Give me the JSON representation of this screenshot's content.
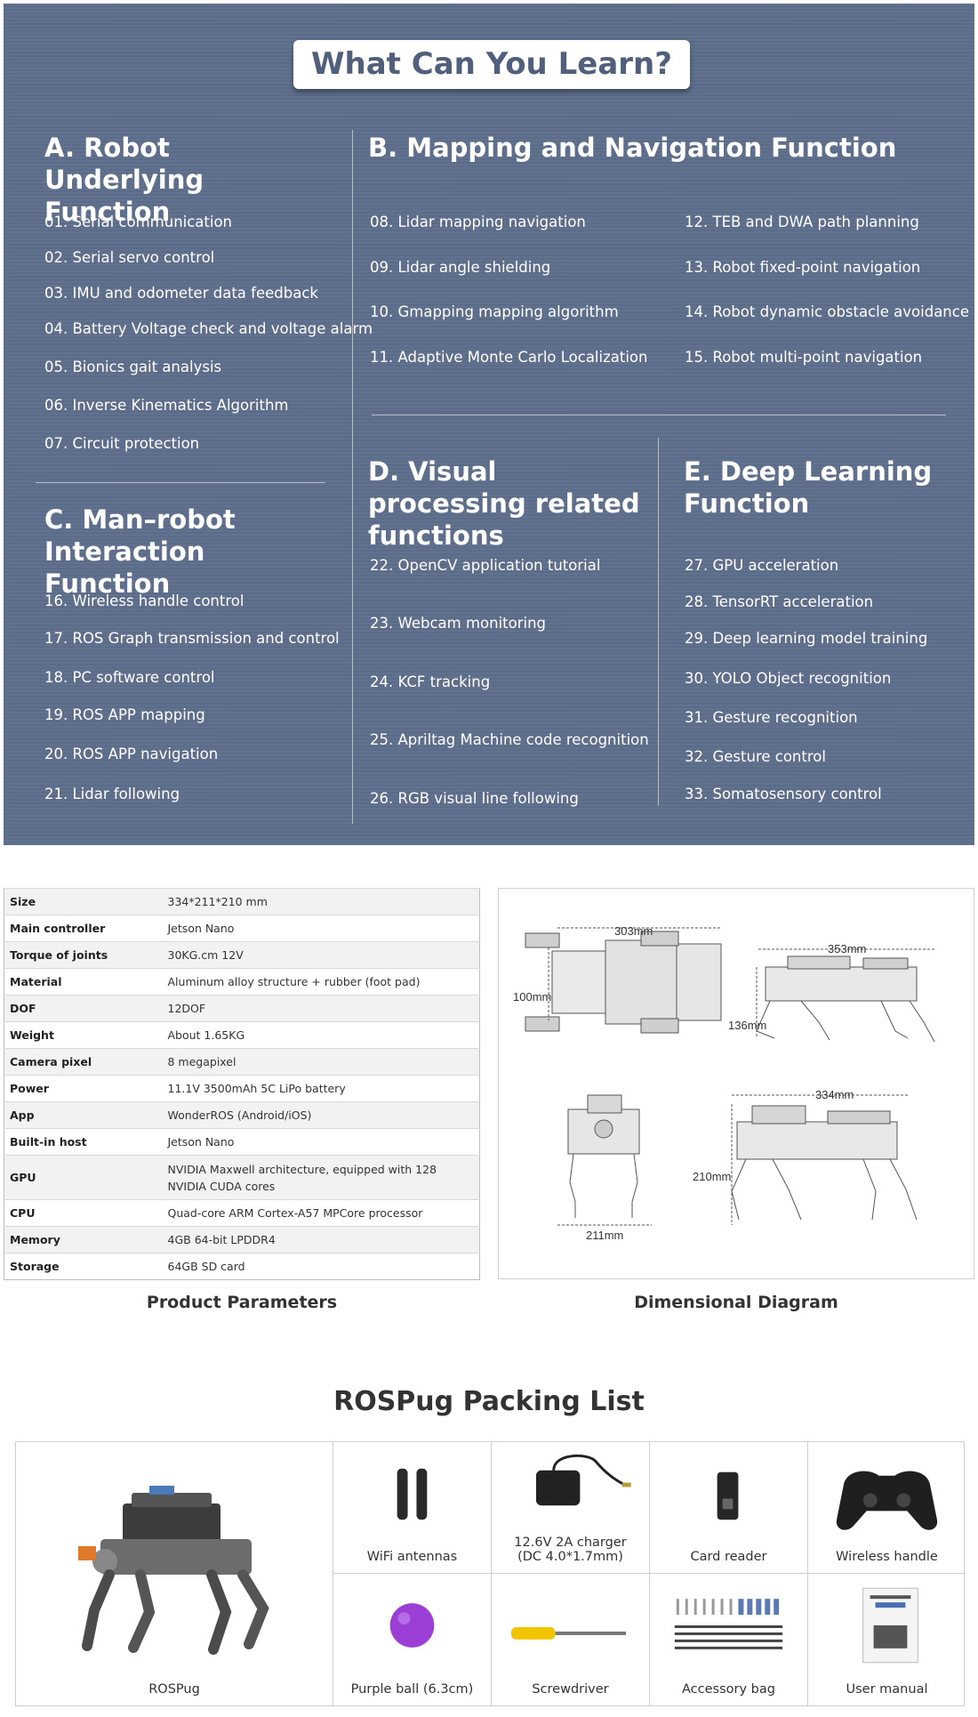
{
  "learn": {
    "title": "What Can You Learn?",
    "sections": {
      "a": {
        "title": "A. Robot Underlying Function",
        "items": [
          "01. Serial communication",
          "02. Serial servo control",
          "03. IMU and odometer data feedback",
          "04. Battery Voltage check and voltage alarm",
          "05. Bionics gait analysis",
          "06. Inverse Kinematics Algorithm",
          "07. Circuit protection"
        ]
      },
      "b": {
        "title": "B. Mapping and Navigation Function",
        "items": [
          "08. Lidar mapping navigation",
          "09. Lidar angle shielding",
          "10. Gmapping mapping algorithm",
          "11. Adaptive Monte Carlo Localization",
          "12. TEB and DWA path planning",
          "13. Robot fixed-point navigation",
          "14. Robot dynamic obstacle avoidance",
          "15. Robot multi-point navigation"
        ]
      },
      "c": {
        "title": "C. Man–robot Interaction Function",
        "items": [
          "16. Wireless handle control",
          "17. ROS Graph transmission and control",
          "18. PC software control",
          "19. ROS APP mapping",
          "20. ROS APP navigation",
          "21. Lidar following"
        ]
      },
      "d": {
        "title": "D. Visual processing related functions",
        "items": [
          "22. OpenCV application tutorial",
          "23. Webcam monitoring",
          "24. KCF tracking",
          "25. Apriltag Machine code recognition",
          "26. RGB visual line following"
        ]
      },
      "e": {
        "title": "E. Deep Learning Function",
        "items": [
          "27. GPU acceleration",
          "28. TensorRT acceleration",
          "29. Deep learning model training",
          "30. YOLO Object recognition",
          "31. Gesture recognition",
          "32. Gesture control",
          "33. Somatosensory control"
        ]
      }
    }
  },
  "params": {
    "rows": [
      {
        "k": "Size",
        "v": "334*211*210 mm"
      },
      {
        "k": "Main controller",
        "v": "Jetson Nano"
      },
      {
        "k": "Torque of joints",
        "v": "30KG.cm 12V"
      },
      {
        "k": "Material",
        "v": "Aluminum alloy structure + rubber (foot pad)"
      },
      {
        "k": "DOF",
        "v": "12DOF"
      },
      {
        "k": "Weight",
        "v": "About 1.65KG"
      },
      {
        "k": "Camera pixel",
        "v": "8 megapixel"
      },
      {
        "k": "Power",
        "v": "11.1V 3500mAh 5C LiPo battery"
      },
      {
        "k": "App",
        "v": "WonderROS (Android/iOS)"
      },
      {
        "k": "Built-in host",
        "v": "Jetson Nano"
      },
      {
        "k": "GPU",
        "v": "NVIDIA Maxwell architecture, equipped with 128 NVIDIA CUDA cores"
      },
      {
        "k": "CPU",
        "v": "Quad-core ARM Cortex-A57 MPCore processor"
      },
      {
        "k": "Memory",
        "v": "4GB 64-bit LPDDR4"
      },
      {
        "k": "Storage",
        "v": "64GB SD card"
      }
    ],
    "caption": "Product Parameters"
  },
  "diagram": {
    "caption": "Dimensional Diagram",
    "dims": {
      "top_length": "303mm",
      "top_width": "100mm",
      "side_length": "353mm",
      "side_height": "136mm",
      "front_width": "211mm",
      "side2_length": "334mm",
      "side2_height": "210mm"
    }
  },
  "packing": {
    "title": "ROSPug Packing List",
    "items": [
      "ROSPug",
      "WiFi antennas",
      "12.6V 2A charger\n(DC 4.0*1.7mm)",
      "Card reader",
      "Wireless handle",
      "Purple ball (6.3cm)",
      "Screwdriver",
      "Accessory bag",
      "User manual"
    ]
  },
  "colors": {
    "panel": "#5d6e8c",
    "title_text": "#4f5f7c",
    "ball": "#9b3fd6",
    "screwdriver": "#f2c400"
  }
}
